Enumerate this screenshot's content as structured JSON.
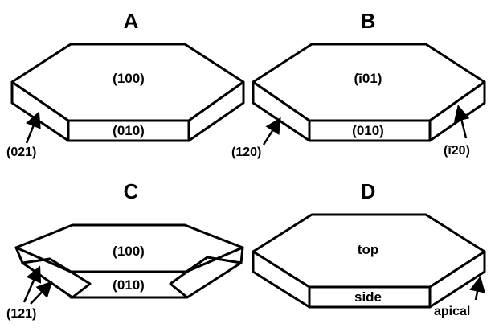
{
  "panels": [
    {
      "letter": "A",
      "top_face": "(100)",
      "side_face": "(010)",
      "callouts": [
        "(021)"
      ]
    },
    {
      "letter": "B",
      "top_face": "(ī01)",
      "side_face": "(010)",
      "callouts": [
        "(120)",
        "(ī20)"
      ]
    },
    {
      "letter": "C",
      "top_face": "(100)",
      "side_face": "(010)",
      "callouts": [
        "(121)"
      ]
    },
    {
      "letter": "D",
      "top_face": "top",
      "side_face": "side",
      "callouts": [
        "apical"
      ]
    }
  ]
}
